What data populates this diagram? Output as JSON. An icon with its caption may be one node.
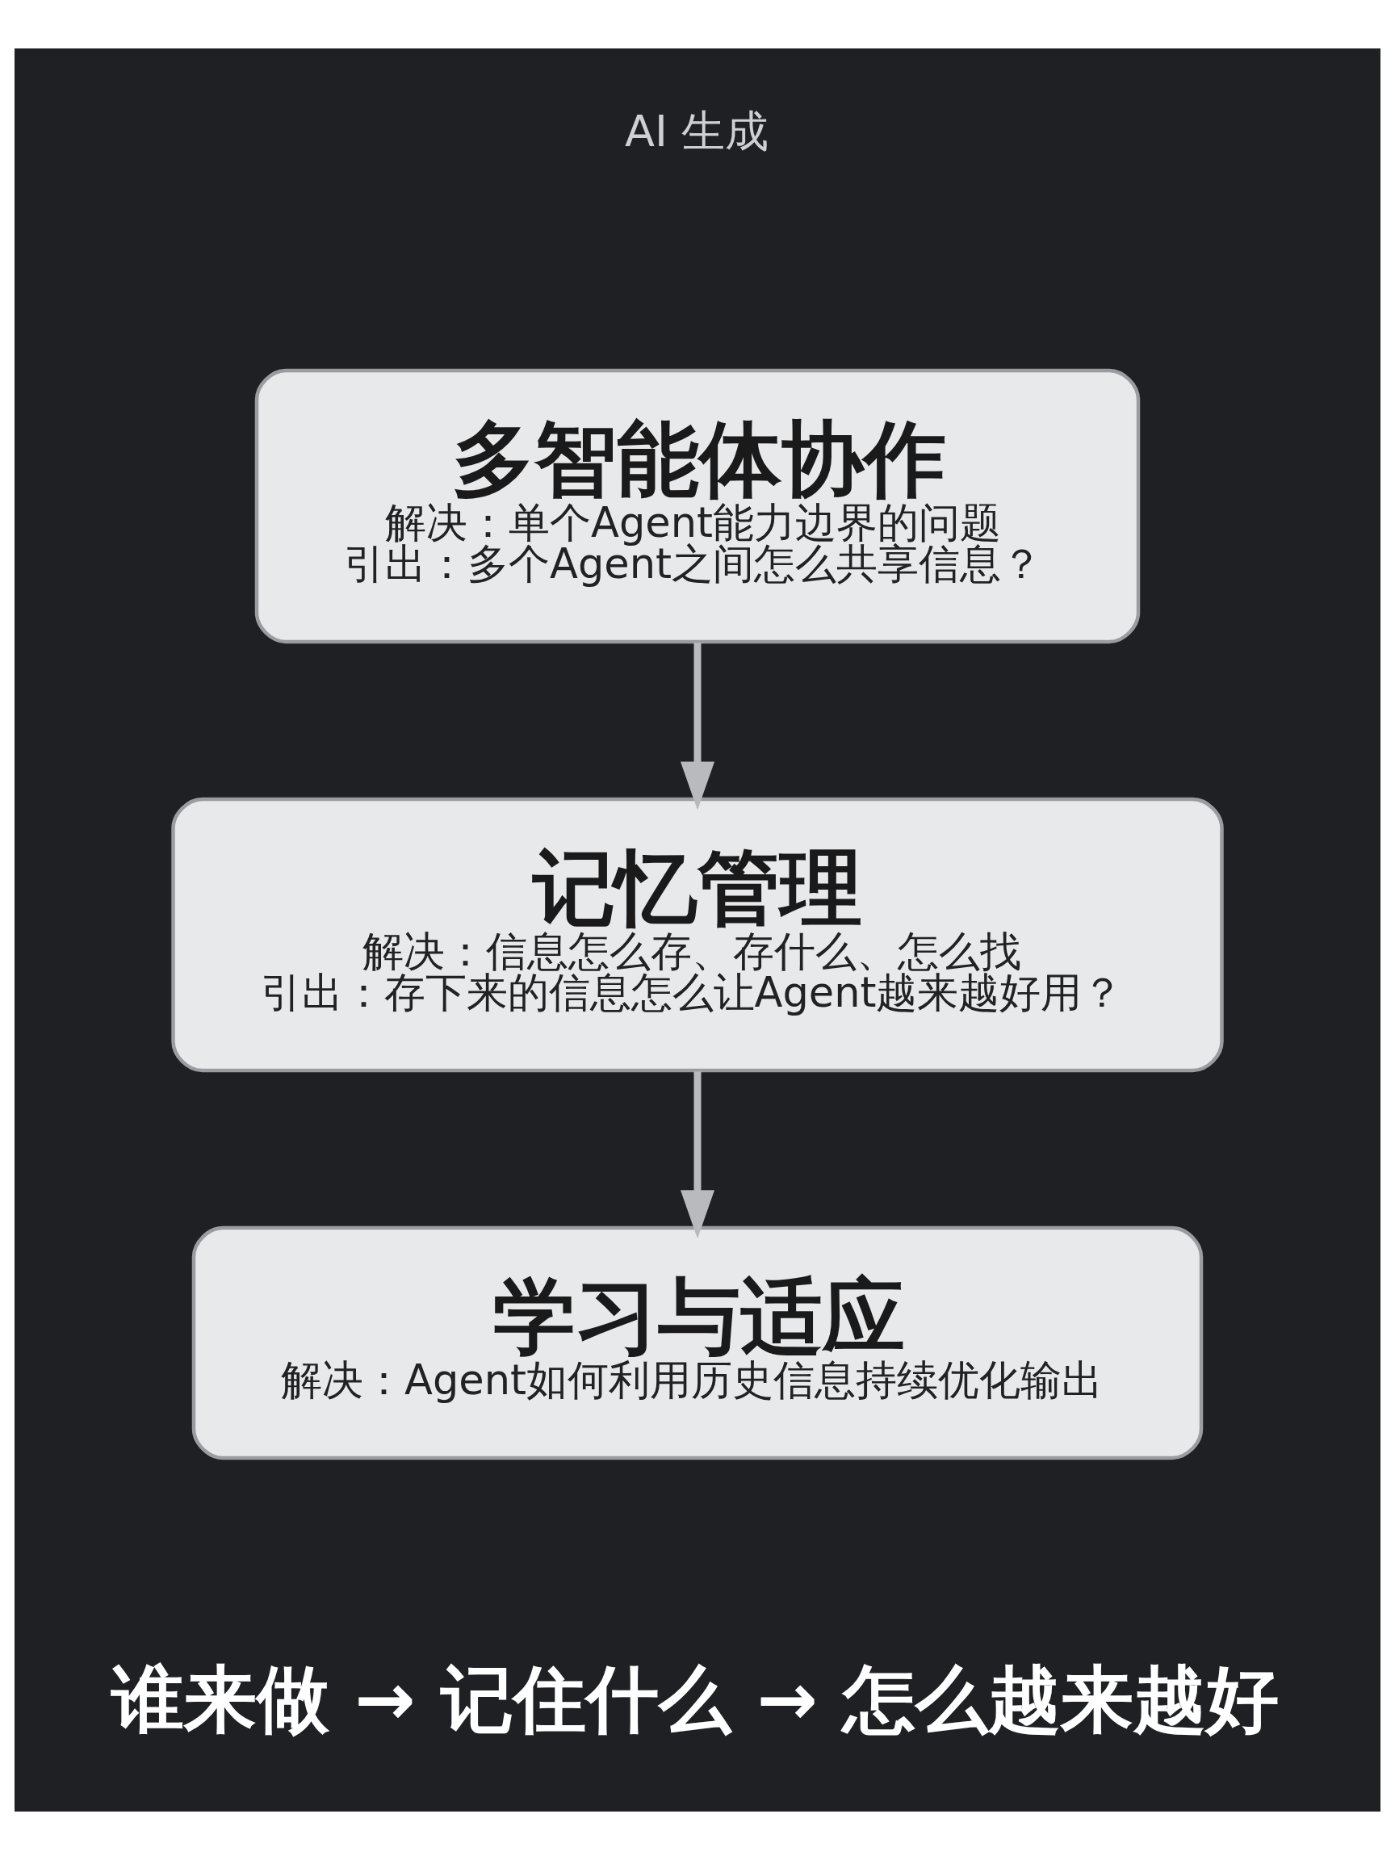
{
  "diagram": {
    "nodes": [
      {
        "text": [
          "多智能体协作",
          "解决：单个Agent能力边界的问题",
          "引出：多个Agent之间怎么共享信息？"
        ]
      },
      {
        "text": [
          "记忆管理",
          "解决：信息怎么存、存什么、怎么找",
          "引出：存下来的信息怎么让Agent越来越好用？"
        ]
      },
      {
        "text": [
          "学习与适应",
          "解决：Agent如何利用历史信息持续优化输出"
        ]
      }
    ],
    "edges": [
      {
        "from": 0,
        "to": 1,
        "arrow": "to"
      },
      {
        "from": 1,
        "to": 2,
        "arrow": "to"
      }
    ],
    "labels": [
      "AI 生成",
      "谁来做 → 记住什么 → 怎么越来越好"
    ]
  }
}
